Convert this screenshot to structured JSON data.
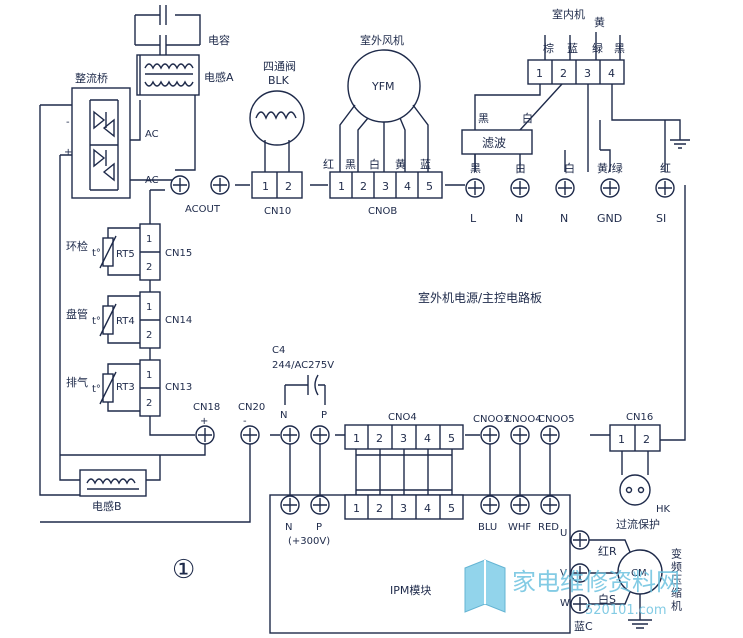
{
  "labels": {
    "capacitor": "电容",
    "inductor_a": "电感A",
    "rectifier": "整流桥",
    "ac1": "AC",
    "ac2": "AC",
    "minus": "-",
    "plus": "+",
    "four_way_valve": "四通阀",
    "blk": "BLK",
    "outdoor_fan": "室外风机",
    "yfm": "YFM",
    "indoor_unit": "室内机",
    "brown": "棕",
    "blue": "蓝",
    "yellow_green_top": "黄",
    "green": "绿",
    "black_top": "黑",
    "filter": "滤波",
    "black_filter": "黑",
    "white_filter": "白",
    "acout": "ACOUT",
    "cn10": "CN10",
    "cn0b": "CNOB",
    "red_fan": "红",
    "black_fan": "黑",
    "white_fan": "白",
    "yellow_fan": "黄",
    "blue_fan": "蓝",
    "black_l": "黑",
    "white_n": "白",
    "white_n2": "白",
    "yellow_green": "黄/绿",
    "red_si": "红",
    "term_l": "L",
    "term_n": "N",
    "term_n2": "N",
    "term_gnd": "GND",
    "term_si": "SI",
    "ring_temp": "环检",
    "coil_temp": "盘管",
    "exhaust_temp": "排气",
    "rt5": "RT5",
    "rt4": "RT4",
    "rt3": "RT3",
    "t1": "t°",
    "t2": "t°",
    "t3": "t°",
    "cn15": "CN15",
    "cn14": "CN14",
    "cn13": "CN13",
    "board": "室外机电源/主控电路板",
    "c4": "C4",
    "c4_spec": "244/AC275V",
    "cn18": "CN18",
    "cn20": "CN20",
    "cn04": "CNO4",
    "cn003": "CNOO3",
    "cn004": "CNOO4",
    "cn005": "CNOO5",
    "cn16": "CN16",
    "n_top": "N",
    "p_top": "P",
    "plus_small": "+",
    "minus_small": "-",
    "inductor_b": "电感B",
    "n_bottom": "N",
    "p_bottom": "P",
    "v300": "(+300V)",
    "blu": "BLU",
    "whf": "WHF",
    "red": "RED",
    "hk": "HK",
    "overcurrent": "过流保护",
    "circle_one": "①",
    "ipm": "IPM模块",
    "u": "U",
    "v": "V",
    "w": "W",
    "red_r": "红R",
    "white_s": "白S",
    "blue_c": "蓝C",
    "cm": "CM",
    "compressor": "变频压缩机",
    "watermark_name": "家电维修资料网",
    "watermark_url": "520101.com"
  },
  "pins": {
    "cn10": [
      "1",
      "2"
    ],
    "cn0b": [
      "1",
      "2",
      "3",
      "4",
      "5"
    ],
    "indoor": [
      "1",
      "2",
      "3",
      "4"
    ],
    "cn04_top": [
      "1",
      "2",
      "3",
      "4",
      "5"
    ],
    "cn04_bottom": [
      "1",
      "2",
      "3",
      "4",
      "5"
    ],
    "cn16": [
      "1",
      "2"
    ],
    "cn15": [
      "1",
      "2"
    ],
    "cn14": [
      "1",
      "2"
    ],
    "cn13": [
      "1",
      "2"
    ]
  }
}
